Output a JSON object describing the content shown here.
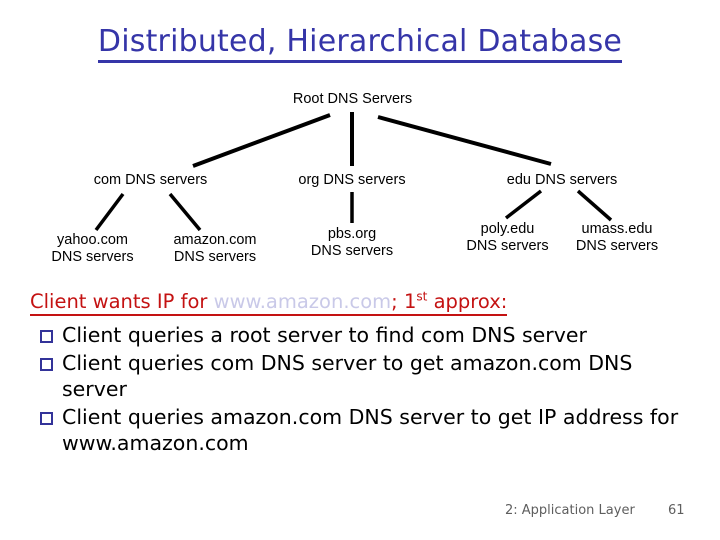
{
  "slide": {
    "title": "Distributed, Hierarchical Database",
    "title_color": "#3535a8"
  },
  "tree": {
    "root": {
      "label": "Root DNS Servers"
    },
    "level2": [
      {
        "label": "com DNS servers"
      },
      {
        "label": "org DNS servers"
      },
      {
        "label": "edu DNS servers"
      }
    ],
    "level3": [
      {
        "line1": "yahoo.com",
        "line2": "DNS servers"
      },
      {
        "line1": "amazon.com",
        "line2": "DNS servers"
      },
      {
        "line1": "pbs.org",
        "line2": "DNS servers"
      },
      {
        "line1": "poly.edu",
        "line2": "DNS servers"
      },
      {
        "line1": "umass.edu",
        "line2": "DNS servers"
      }
    ]
  },
  "body": {
    "lead_prefix": "Client wants IP for ",
    "lead_link": "www.amazon.com",
    "lead_mid": "; 1",
    "lead_sup": "st",
    "lead_suffix": " approx:",
    "lead_color": "#c41212",
    "link_color": "#c9c9e8",
    "bullet_color": "#333399",
    "bullets": [
      "Client queries a root server to find com DNS server",
      "Client queries com DNS server to get amazon.com DNS server",
      "Client queries amazon.com DNS server to get  IP address for www.amazon.com"
    ]
  },
  "footer": {
    "label": "2: Application Layer",
    "page": "61"
  }
}
